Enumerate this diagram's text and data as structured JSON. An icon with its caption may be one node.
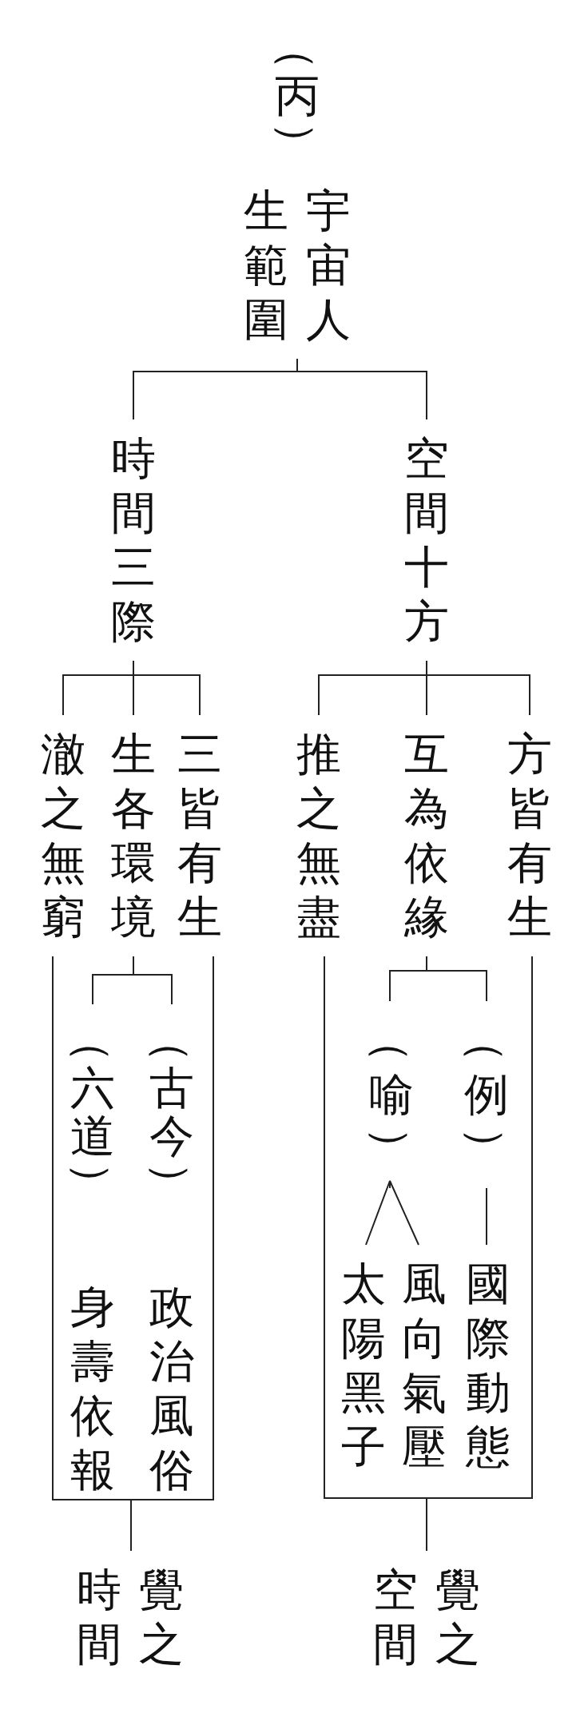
{
  "diagram": {
    "nodes": [
      {
        "text": [
          "（丙）",
          "宇宙人生範圍"
        ]
      },
      {
        "text": [
          "時間三際"
        ]
      },
      {
        "text": [
          "空間十方"
        ]
      },
      {
        "text": [
          "三皆有生"
        ]
      },
      {
        "text": [
          "生各環境"
        ]
      },
      {
        "text": [
          "澈之無窮"
        ]
      },
      {
        "text": [
          "方皆有生"
        ]
      },
      {
        "text": [
          "互為依緣"
        ]
      },
      {
        "text": [
          "推之無盡"
        ]
      },
      {
        "text": [
          "（古今）",
          "政治風俗"
        ]
      },
      {
        "text": [
          "（六道）",
          "身壽依報"
        ]
      },
      {
        "text": [
          "（例）"
        ]
      },
      {
        "text": [
          "（喻）"
        ]
      },
      {
        "text": [
          "國際動態"
        ]
      },
      {
        "text": [
          "風向氣壓"
        ]
      },
      {
        "text": [
          "太陽黑子"
        ]
      },
      {
        "text": [
          "覺之時間"
        ]
      },
      {
        "text": [
          "覺之空間"
        ]
      }
    ],
    "edges": [
      {
        "from": 0,
        "to": 1,
        "arrow": "none"
      },
      {
        "from": 0,
        "to": 2,
        "arrow": "none"
      },
      {
        "from": 1,
        "to": 3,
        "arrow": "none"
      },
      {
        "from": 1,
        "to": 4,
        "arrow": "none"
      },
      {
        "from": 1,
        "to": 5,
        "arrow": "none"
      },
      {
        "from": 2,
        "to": 6,
        "arrow": "none"
      },
      {
        "from": 2,
        "to": 7,
        "arrow": "none"
      },
      {
        "from": 2,
        "to": 8,
        "arrow": "none"
      },
      {
        "from": 4,
        "to": 9,
        "arrow": "none"
      },
      {
        "from": 4,
        "to": 10,
        "arrow": "none"
      },
      {
        "from": 7,
        "to": 11,
        "arrow": "none"
      },
      {
        "from": 7,
        "to": 12,
        "arrow": "none"
      },
      {
        "from": 11,
        "to": 13,
        "arrow": "none"
      },
      {
        "from": 12,
        "to": 14,
        "arrow": "none"
      },
      {
        "from": 12,
        "to": 15,
        "arrow": "none"
      },
      {
        "from": 5,
        "to": 16,
        "arrow": "none"
      },
      {
        "from": 3,
        "to": 16,
        "arrow": "none"
      },
      {
        "from": 8,
        "to": 17,
        "arrow": "none"
      },
      {
        "from": 6,
        "to": 17,
        "arrow": "none"
      }
    ]
  }
}
